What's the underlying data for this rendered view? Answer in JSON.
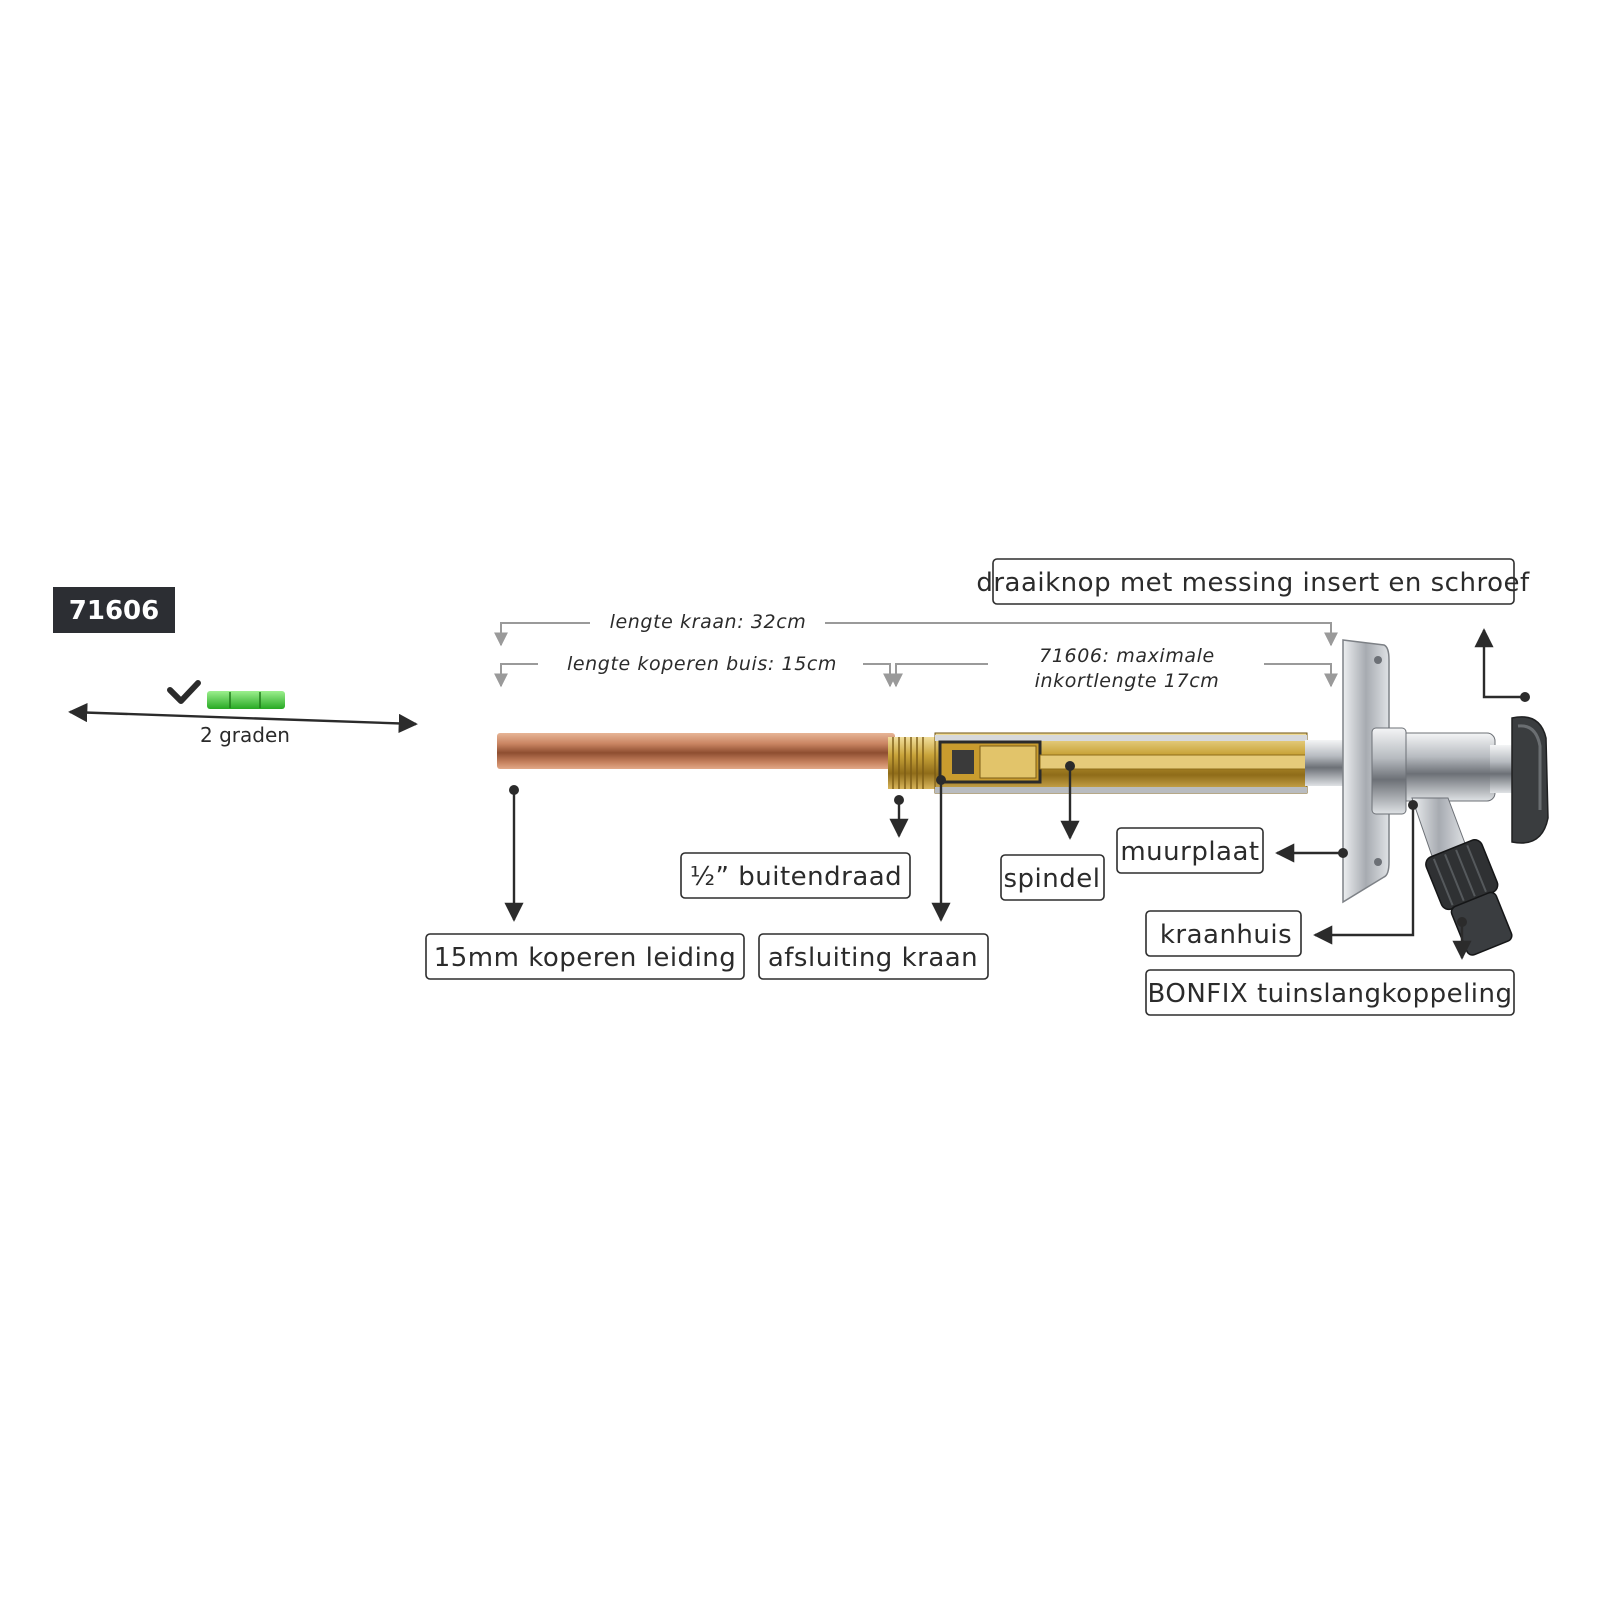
{
  "badge": {
    "text": "71606",
    "bg": "#2c2e33",
    "fg": "#ffffff"
  },
  "level": {
    "caption": "2 graden",
    "bubble_color": "#4fd147"
  },
  "dimensions": {
    "total_length": "lengte kraan: 32cm",
    "copper_length": "lengte koperen buis: 15cm",
    "shorten_line1": "71606: maximale",
    "shorten_line2": "inkortlengte 17cm"
  },
  "labels": {
    "knob": "draaiknop met messing insert en schroef",
    "copper_pipe": "15mm koperen leiding",
    "thread": "½” buitendraad",
    "shutoff": "afsluiting kraan",
    "spindle": "spindel",
    "wall_plate": "muurplaat",
    "housing": "kraanhuis",
    "coupling": "BONFIX tuinslangkoppeling"
  },
  "colors": {
    "copper": "#c07a55",
    "brass": "#c9a43a",
    "chrome": "#c8cbcf",
    "knob": "#3a3d3f",
    "coupling": "#2f3133"
  }
}
